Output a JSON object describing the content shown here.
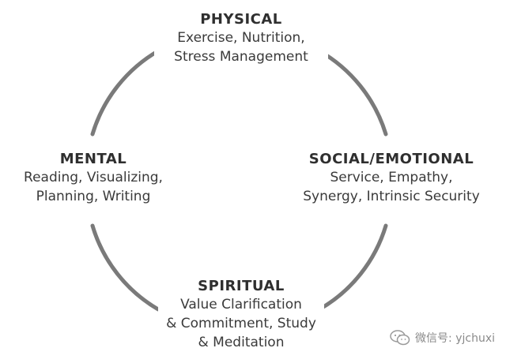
{
  "diagram": {
    "nodes": [
      {
        "title": "PHYSICAL",
        "lines": [
          "Exercise, Nutrition,",
          "Stress Management"
        ]
      },
      {
        "title": "MENTAL",
        "lines": [
          "Reading, Visualizing,",
          "Planning, Writing"
        ]
      },
      {
        "title": "SOCIAL/EMOTIONAL",
        "lines": [
          "Service, Empathy,",
          "Synergy, Intrinsic Security"
        ]
      },
      {
        "title": "SPIRITUAL",
        "lines": [
          "Value Clarification",
          "& Commitment, Study",
          "& Meditation"
        ]
      }
    ],
    "arc_color": "#7a7a7a"
  },
  "watermark": {
    "text": "微信号: yjchuxi",
    "icon": "wechat-icon"
  }
}
